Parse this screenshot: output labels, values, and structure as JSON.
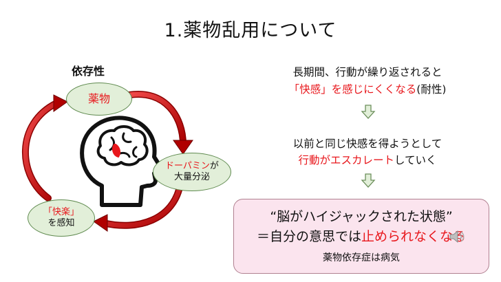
{
  "slide": {
    "title": "1.薬物乱用について"
  },
  "cycle": {
    "heading": "依存性",
    "nodes": {
      "drug": "薬物",
      "dopamine_highlight": "ドーパミン",
      "dopamine_rest": "が",
      "dopamine_line2": "大量分泌",
      "pleasure_highlight": "「快楽」",
      "pleasure_line2": "を感知"
    }
  },
  "explanation": {
    "line1": "長期間、行動が繰り返されると",
    "line2_red": "「快感」を感じにくくなる",
    "line2_black": "(耐性)",
    "line3": "以前と同じ快感を得ようとして",
    "line4_red": "行動がエスカレート",
    "line4_black": "していく",
    "box": {
      "quote": "“脳がハイジャックされた状態”",
      "equals_prefix": "＝自分の意思では",
      "equals_red": "止められなくなる",
      "note": "薬物依存症は病気"
    }
  },
  "colors": {
    "accent_red": "#e8171c",
    "oval_fill": "#e2efd9",
    "box_fill": "#fbe4ee",
    "arrow_fill": "#c00000"
  },
  "icons": [
    "head-brain-icon",
    "down-arrow-icon",
    "speaker-icon"
  ]
}
